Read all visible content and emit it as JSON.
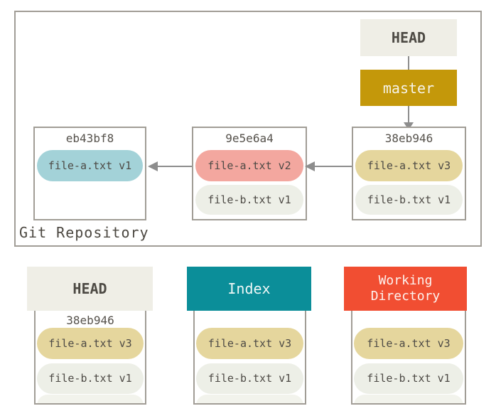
{
  "colors": {
    "frame_border": "#a19d96",
    "beige_header": "#efeee6",
    "branch_gold": "#c4980a",
    "index_teal": "#0b8e99",
    "workdir_red": "#f14e32",
    "pill_blue": "#a3d2d8",
    "pill_pink": "#f3a79f",
    "pill_yellow": "#e5d69d",
    "pill_gray": "#edefe7",
    "arrow_gray": "#8d8d8d",
    "text_dark": "#4d4a45"
  },
  "repo": {
    "label": "Git Repository",
    "head": "HEAD",
    "branch": "master",
    "commits": [
      {
        "hash": "eb43bf8",
        "files": [
          "file-a.txt v1"
        ]
      },
      {
        "hash": "9e5e6a4",
        "files": [
          "file-a.txt v2",
          "file-b.txt v1"
        ]
      },
      {
        "hash": "38eb946",
        "files": [
          "file-a.txt v3",
          "file-b.txt v1"
        ]
      }
    ]
  },
  "trees": [
    {
      "title": "HEAD",
      "hash": "38eb946",
      "files": [
        "file-a.txt v3",
        "file-b.txt v1"
      ]
    },
    {
      "title": "Index",
      "files": [
        "file-a.txt v3",
        "file-b.txt v1"
      ]
    },
    {
      "title": "Working Directory",
      "files": [
        "file-a.txt v3",
        "file-b.txt v1"
      ]
    }
  ]
}
